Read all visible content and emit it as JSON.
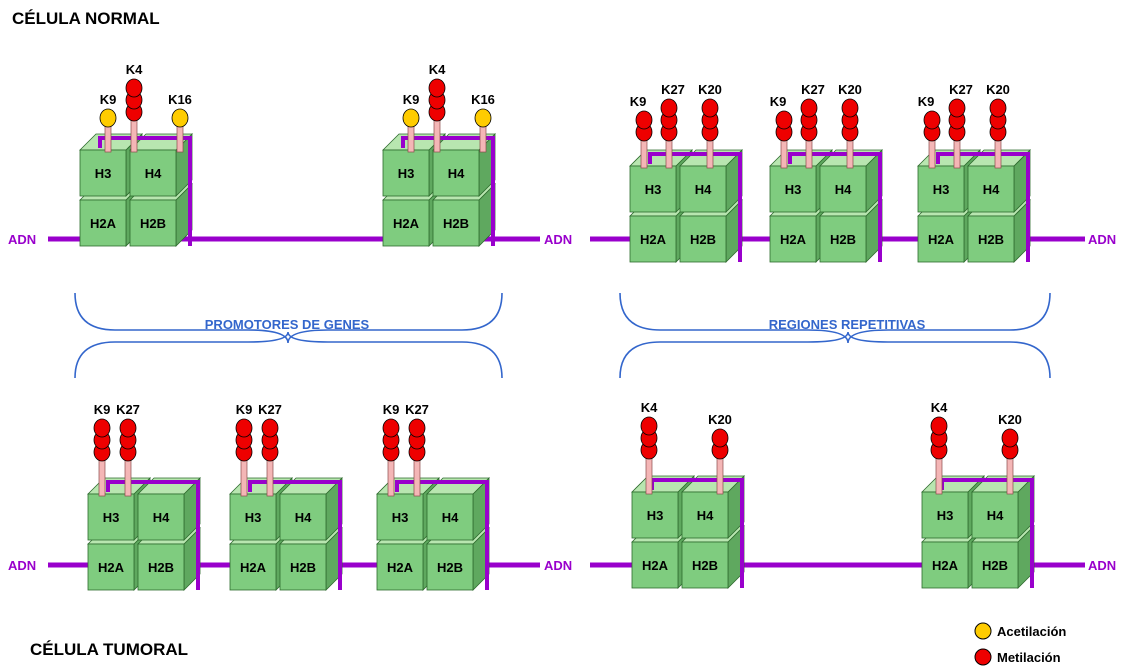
{
  "titles": {
    "normal": "CÉLULA NORMAL",
    "tumoral": "CÉLULA TUMORAL"
  },
  "brackets": {
    "promoters": "PROMOTORES DE GENES",
    "repetitive": "REGIONES REPETITIVAS"
  },
  "dna_label": "ADN",
  "histones": {
    "h3": "H3",
    "h4": "H4",
    "h2a": "H2A",
    "h2b": "H2B"
  },
  "legend": {
    "acetylation": "Acetilación",
    "methylation": "Metilación"
  },
  "colors": {
    "dna": "#9900CC",
    "bracket": "#3366CC",
    "cube_front": "#7FCC7F",
    "cube_top": "#B8E6B0",
    "cube_side": "#5FA85F",
    "acetyl": "#FFCC00",
    "methyl": "#EE0000",
    "stem": "#F4B6B6"
  },
  "modification_sites": {
    "normal_promoter": [
      "K9",
      "K4",
      "K16"
    ],
    "normal_repeat": [
      "K9",
      "K27",
      "K20"
    ],
    "tumor_promoter": [
      "K9",
      "K27"
    ],
    "tumor_repeat": [
      "K4",
      "K20"
    ]
  }
}
